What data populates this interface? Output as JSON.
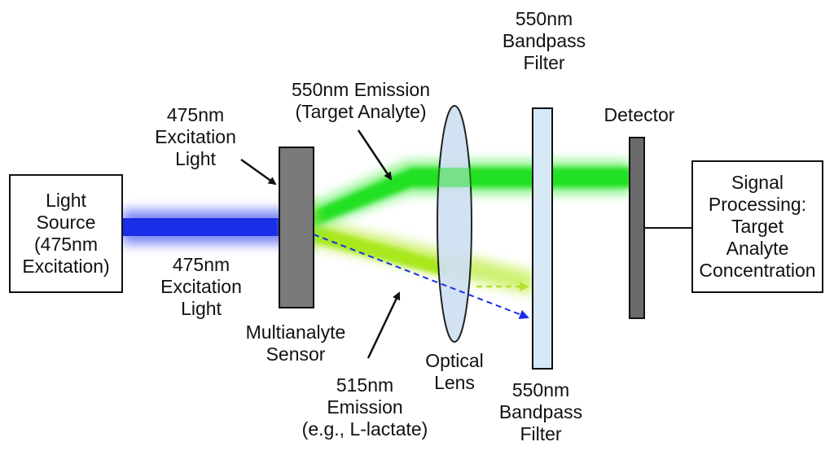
{
  "light_source": {
    "lines": [
      "Light",
      "Source",
      "(475nm",
      "Excitation)"
    ]
  },
  "excitation_top": {
    "lines": [
      "475nm",
      "Excitation",
      "Light"
    ]
  },
  "excitation_bottom": {
    "lines": [
      "475nm",
      "Excitation",
      "Light"
    ]
  },
  "sensor": {
    "lines": [
      "Multianalyte",
      "Sensor"
    ]
  },
  "emission_550": {
    "lines": [
      "550nm Emission",
      "(Target Analyte)"
    ]
  },
  "emission_515": {
    "lines": [
      "515nm",
      "Emission",
      "(e.g., L-lactate)"
    ]
  },
  "lens": {
    "lines": [
      "Optical",
      "Lens"
    ]
  },
  "filter_top": {
    "lines": [
      "550nm",
      "Bandpass",
      "Filter"
    ]
  },
  "filter_bottom": {
    "lines": [
      "550nm",
      "Bandpass",
      "Filter"
    ]
  },
  "detector": {
    "label": "Detector"
  },
  "signal_processing": {
    "lines": [
      "Signal",
      "Processing:",
      "Target",
      "Analyte",
      "Concentration"
    ]
  },
  "colors": {
    "blue_beam": "#1a2ee8",
    "green_beam": "#22e022",
    "yellow_green_beam": "#a8e81a",
    "sensor_gray": "#7a7a7a",
    "detector_gray": "#6a6a6a",
    "lens_fill": "#cfe0f2",
    "filter_fill": "#d6e8f6",
    "blue_dashed": "#1a2ee8",
    "yellow_dashed": "#b8e030"
  }
}
